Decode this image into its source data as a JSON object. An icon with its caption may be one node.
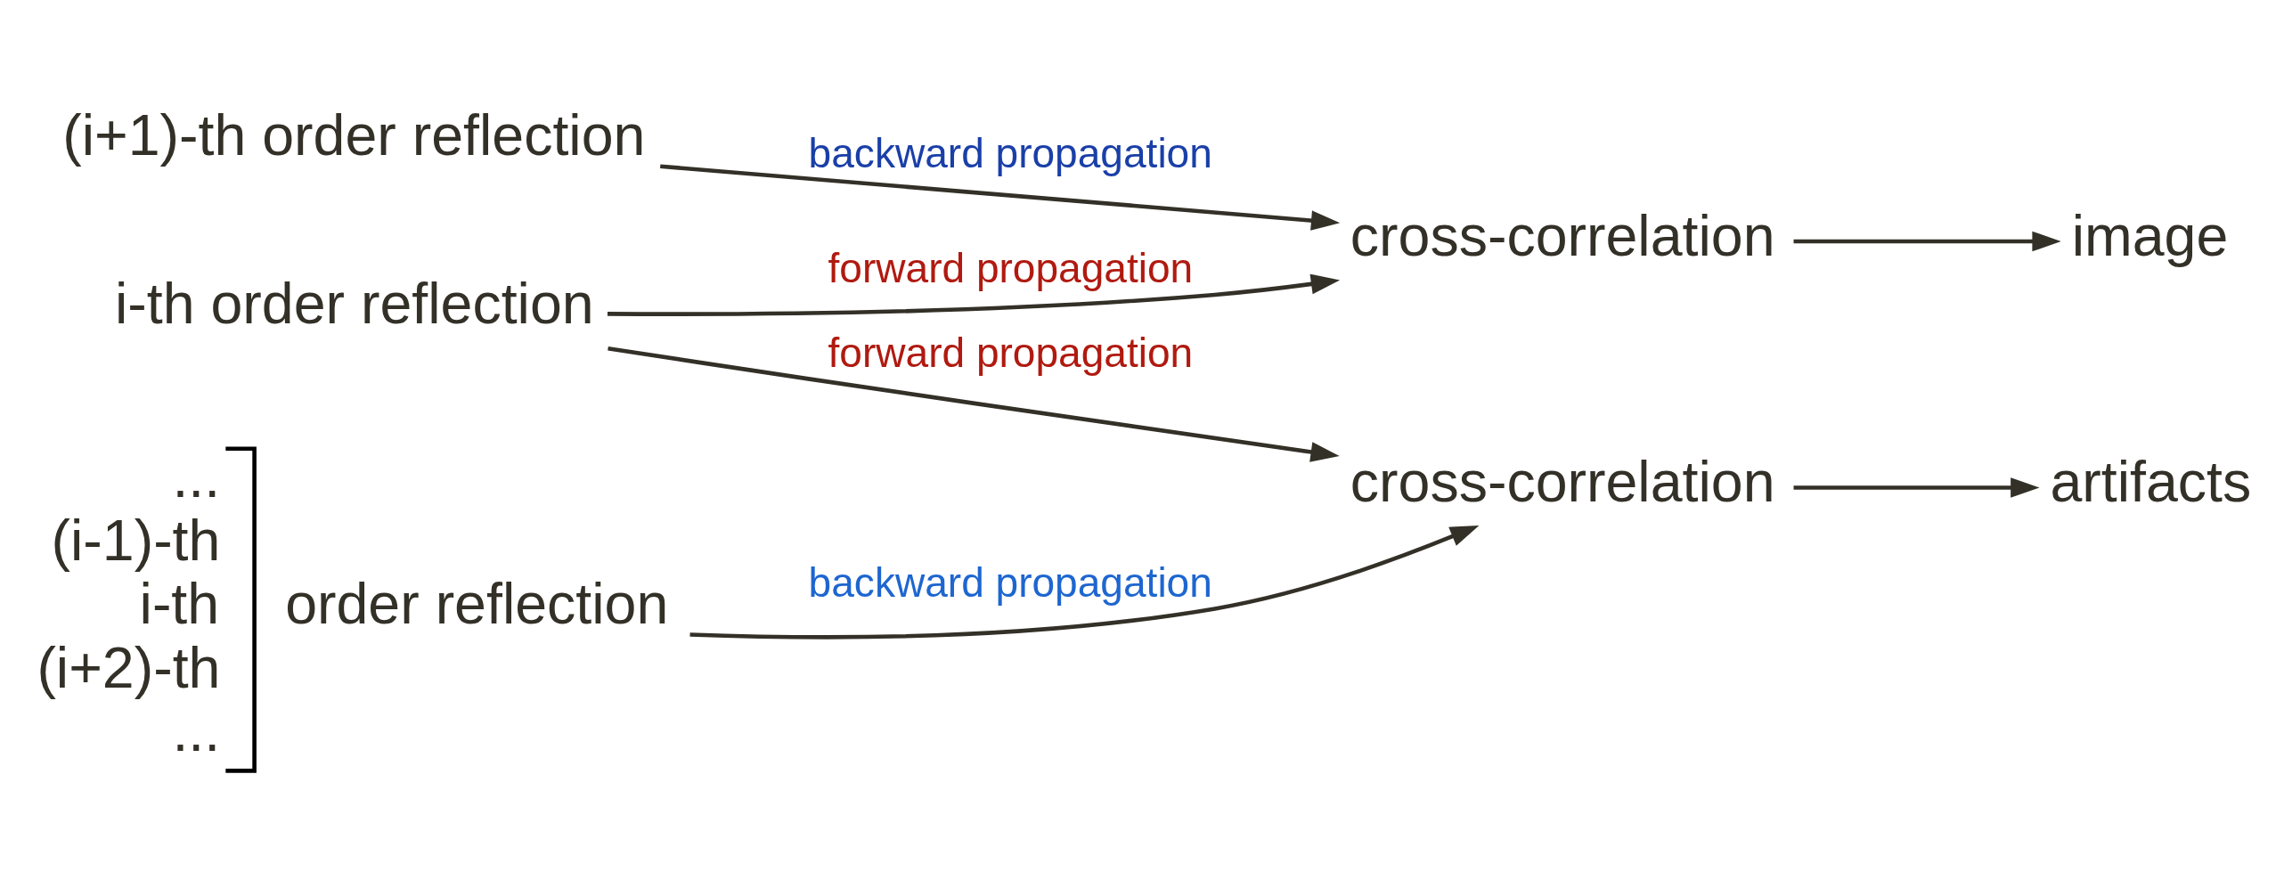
{
  "diagram": {
    "nodes": [
      {
        "text": [
          "(i+1)-th order reflection"
        ]
      },
      {
        "text": [
          "i-th order reflection"
        ]
      },
      {
        "text": [
          "cross-correlation"
        ]
      },
      {
        "text": [
          "image"
        ]
      },
      {
        "text": [
          "...",
          "(i-1)-th",
          "i-th",
          "(i+2)-th",
          "...",
          "order reflection"
        ]
      },
      {
        "text": [
          "cross-correlation"
        ]
      },
      {
        "text": [
          "artifacts"
        ]
      }
    ],
    "edges": [
      {
        "from": 0,
        "to": 2,
        "arrow": "to",
        "label": "backward propagation"
      },
      {
        "from": 1,
        "to": 2,
        "arrow": "to",
        "label": "forward propagation"
      },
      {
        "from": 1,
        "to": 5,
        "arrow": "to",
        "label": "forward propagation"
      },
      {
        "from": 4,
        "to": 5,
        "arrow": "to",
        "label": "backward propagation"
      },
      {
        "from": 2,
        "to": 3,
        "arrow": "to"
      },
      {
        "from": 5,
        "to": 6,
        "arrow": "to"
      }
    ]
  }
}
